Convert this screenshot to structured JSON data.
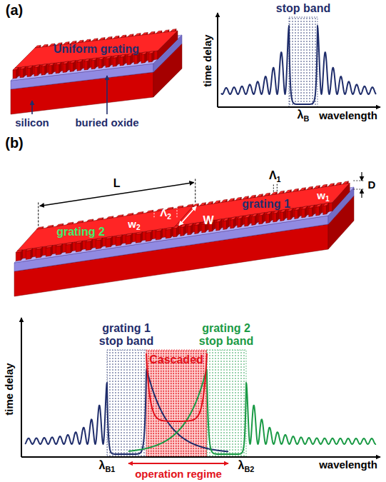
{
  "diagram": {
    "labels": [
      "(a)",
      "Uniform grating",
      "silicon",
      "buried oxide",
      "stop band",
      "time delay",
      "λB",
      "wavelength",
      "(b)",
      "L",
      "Λ1",
      "W",
      "grating 1",
      "w1",
      "D",
      "grating 2",
      "Λ2",
      "w2",
      "grating 1 stop band",
      "Cascaded",
      "grating 2 stop band",
      "time delay",
      "λB1",
      "operation regime",
      "λB2",
      "wavelength"
    ]
  }
}
